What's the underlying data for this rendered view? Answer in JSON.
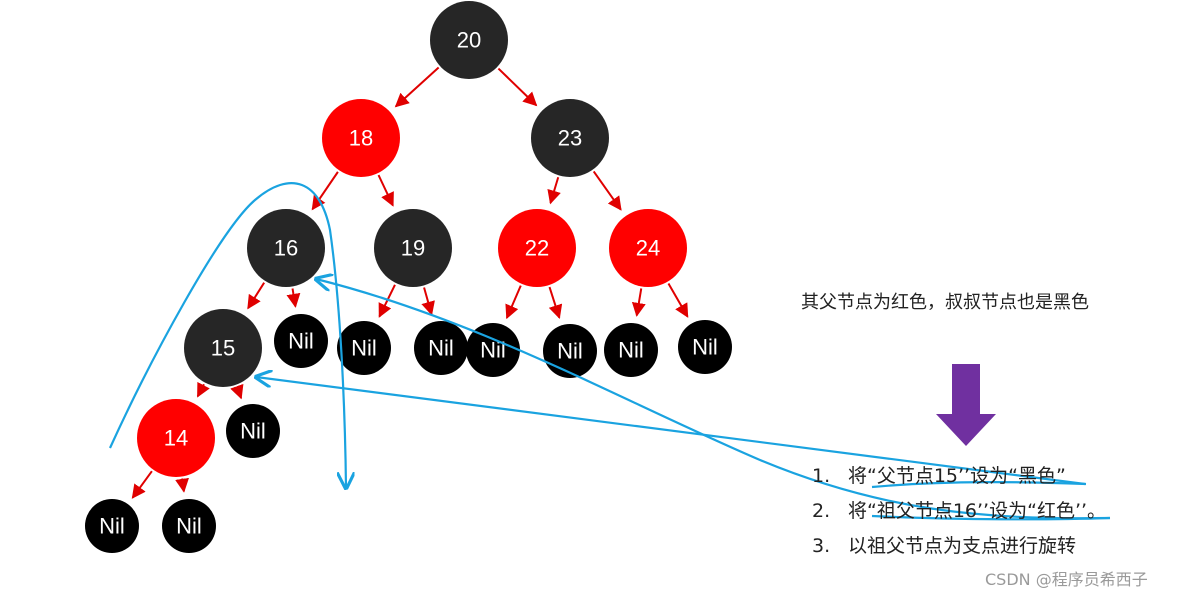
{
  "tree": {
    "nodes": [
      {
        "id": "n20",
        "label": "20",
        "color": "black"
      },
      {
        "id": "n18",
        "label": "18",
        "color": "red"
      },
      {
        "id": "n23",
        "label": "23",
        "color": "black"
      },
      {
        "id": "n16",
        "label": "16",
        "color": "black"
      },
      {
        "id": "n19",
        "label": "19",
        "color": "black"
      },
      {
        "id": "n22",
        "label": "22",
        "color": "red"
      },
      {
        "id": "n24",
        "label": "24",
        "color": "red"
      },
      {
        "id": "n15",
        "label": "15",
        "color": "black"
      },
      {
        "id": "n14",
        "label": "14",
        "color": "red"
      }
    ],
    "nil_label": "Nil"
  },
  "colors": {
    "red_node": "#ff0000",
    "black_node": "#262626",
    "nil_node": "#000000",
    "edge": "#e00000",
    "annotation_stroke": "#1aa3e0",
    "arrow_down": "#7030a0"
  },
  "text": {
    "condition": "其父节点为红色，叔叔节点也是黑色",
    "steps": [
      {
        "num": "1.",
        "text": "将“父节点15’’设为“黑色”"
      },
      {
        "num": "2.",
        "text": "将“祖父节点16’’设为“红色’’。"
      },
      {
        "num": "3.",
        "text": "以祖父节点为支点进行旋转"
      }
    ],
    "watermark": "CSDN @程序员希西子"
  }
}
